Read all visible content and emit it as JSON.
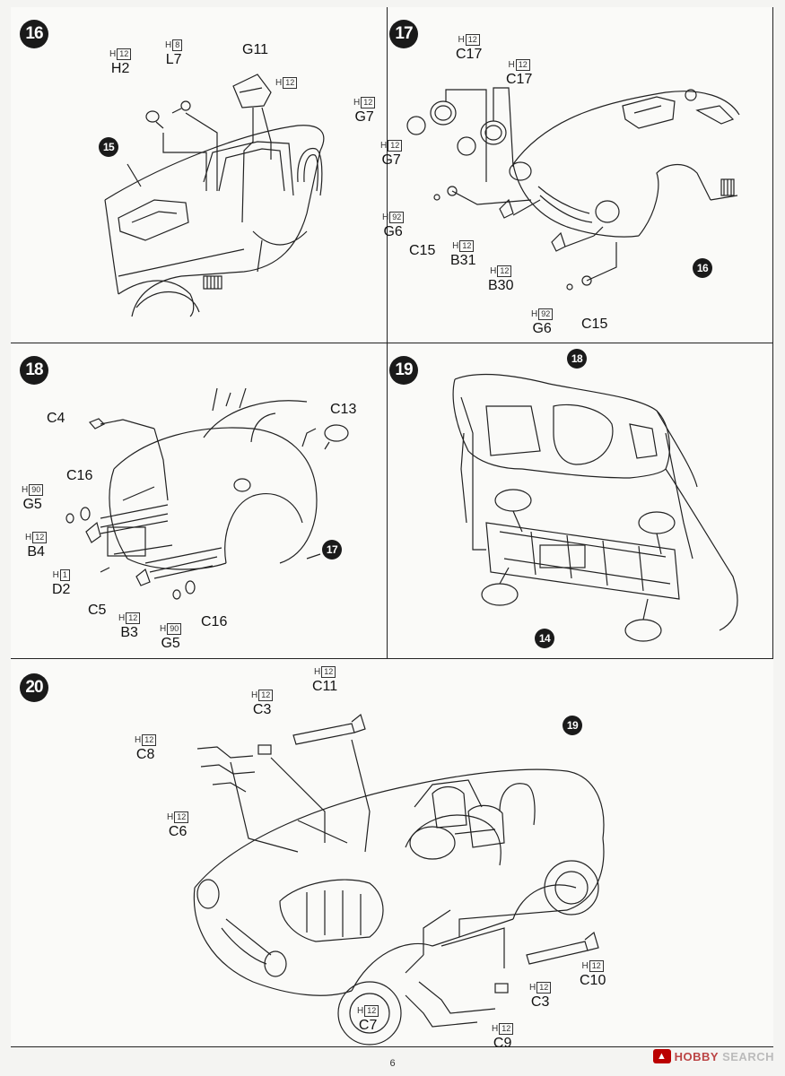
{
  "steps": {
    "s16": {
      "number": "16",
      "ref": "15",
      "parts": {
        "h2": {
          "paint_code": "12",
          "label": "H2"
        },
        "l7": {
          "paint_code": "8",
          "label": "L7"
        },
        "g11": {
          "label": "G11"
        },
        "g11_paint": {
          "paint_code": "12"
        }
      }
    },
    "s17": {
      "number": "17",
      "ref": "16",
      "parts": {
        "c17a": {
          "paint_code": "12",
          "label": "C17"
        },
        "c17b": {
          "paint_code": "12",
          "label": "C17"
        },
        "g7a": {
          "paint_code": "12",
          "label": "G7"
        },
        "g7b": {
          "paint_code": "12",
          "label": "G7"
        },
        "g6a": {
          "paint_code": "92",
          "label": "G6"
        },
        "c15a": {
          "label": "C15"
        },
        "b31": {
          "paint_code": "12",
          "label": "B31"
        },
        "b30": {
          "paint_code": "12",
          "label": "B30"
        },
        "g6b": {
          "paint_code": "92",
          "label": "G6"
        },
        "c15b": {
          "label": "C15"
        }
      }
    },
    "s18": {
      "number": "18",
      "ref": "17",
      "parts": {
        "c4": {
          "label": "C4"
        },
        "c13": {
          "label": "C13"
        },
        "c16a": {
          "label": "C16"
        },
        "g5a": {
          "paint_code": "90",
          "label": "G5"
        },
        "b4": {
          "paint_code": "12",
          "label": "B4"
        },
        "d2": {
          "paint_code": "1",
          "label": "D2"
        },
        "c5": {
          "label": "C5"
        },
        "b3": {
          "paint_code": "12",
          "label": "B3"
        },
        "g5b": {
          "paint_code": "90",
          "label": "G5"
        },
        "c16b": {
          "label": "C16"
        }
      }
    },
    "s19": {
      "number": "19",
      "ref_top": "18",
      "ref_bottom": "14"
    },
    "s20": {
      "number": "20",
      "ref": "19",
      "parts": {
        "c11": {
          "paint_code": "12",
          "label": "C11"
        },
        "c3a": {
          "paint_code": "12",
          "label": "C3"
        },
        "c8": {
          "paint_code": "12",
          "label": "C8"
        },
        "c6": {
          "paint_code": "12",
          "label": "C6"
        },
        "c10": {
          "paint_code": "12",
          "label": "C10"
        },
        "c3b": {
          "paint_code": "12",
          "label": "C3"
        },
        "c7": {
          "paint_code": "12",
          "label": "C7"
        },
        "c9": {
          "paint_code": "12",
          "label": "C9"
        }
      }
    }
  },
  "paint_prefix": "H",
  "page_number": "6",
  "watermark": {
    "brand_a": "HOBBY",
    "brand_b": "SEARCH"
  }
}
